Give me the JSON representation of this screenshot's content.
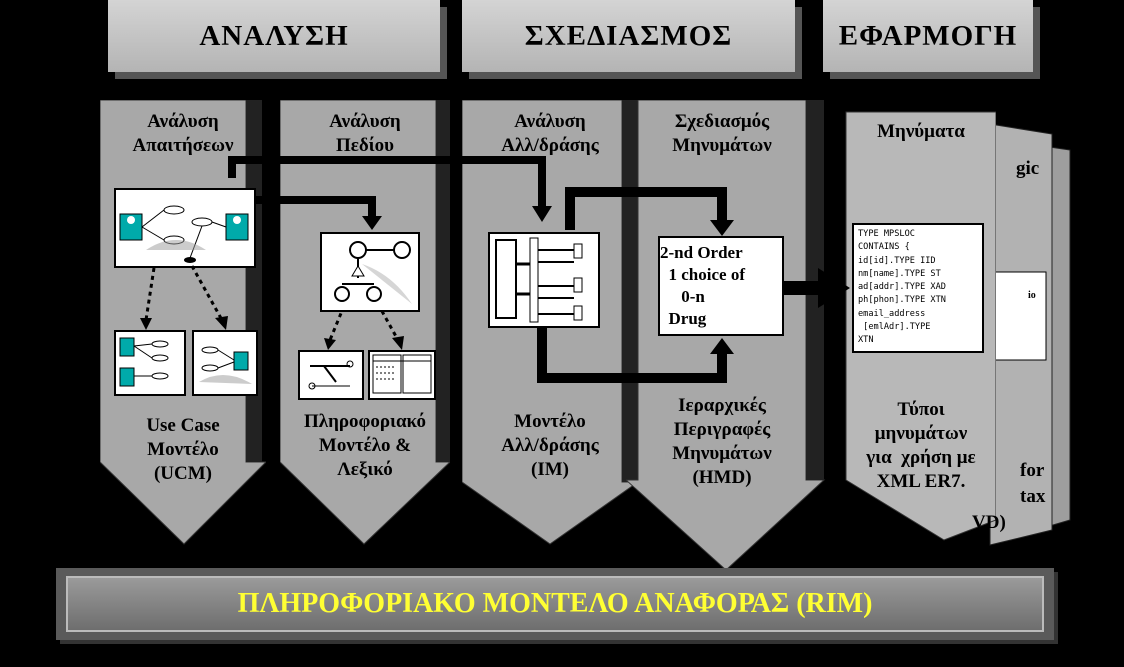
{
  "phases": {
    "analysis": "ΑΝΑΛΥΣΗ",
    "design": "ΣΧΕΔΙΑΣΜΟΣ",
    "implementation": "ΕΦΑΡΜΟΓΗ"
  },
  "columns": [
    {
      "title": "Ανάλυση\nΑπαιτήσεων",
      "label": "Use Case\nΜοντέλο\n(UCM)"
    },
    {
      "title": "Ανάλυση\nΠεδίου",
      "label": "Πληροφοριακό\nΜοντέλο &\nΛεξικό"
    },
    {
      "title": "Ανάλυση\nΑλλ/δράσης",
      "label": "Μοντέλο\nΑλλ/δράσης\n(IM)"
    },
    {
      "title": "Σχεδιασμός\nΜηνυμάτων",
      "label": "Ιεραρχικές\nΠεριγραφές\nΜηνυμάτων\n(HMD)"
    },
    {
      "title": "Μηνύματα",
      "label": "Τύποι\nμηνυμάτων\nγια  χρήση με\nXML ER7."
    }
  ],
  "hmd_box": "2-nd Order\n  1 choice of\n     0-n\n  Drug",
  "message_code": "TYPE MPSLOC\nCONTAINS {\nid[id].TYPE IID\nnm[name].TYPE ST\nad[addr].TYPE XAD\nph[phon].TYPE XTN\nemail_address\n [emlAdr].TYPE\nXTN",
  "back_fragments": {
    "a": "gic",
    "b": "io",
    "c": "for",
    "d": "tax",
    "e": "VD)"
  },
  "rim_banner": "ΠΛΗΡΟΦΟΡΙΑΚΟ ΜΟΝΤΕΛΟ ΑΝΑΦΟΡΑΣ (RIM)"
}
